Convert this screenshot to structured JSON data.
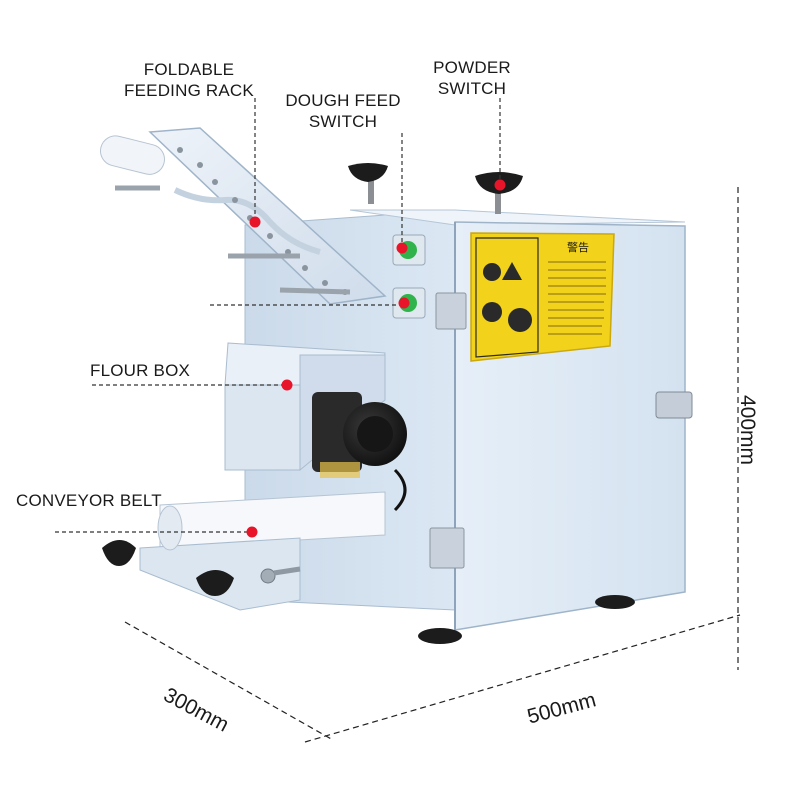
{
  "callouts": {
    "foldable_rack": [
      "FOLDABLE",
      "FEEDING RACK"
    ],
    "dough_feed_switch": [
      "DOUGH FEED",
      "SWITCH"
    ],
    "powder_switch": [
      "POWDER",
      "SWITCH"
    ],
    "flour_box": "FLOUR BOX",
    "conveyor_belt": "CONVEYOR BELT"
  },
  "dimensions": {
    "height": "400mm",
    "depth": "300mm",
    "width": "500mm"
  },
  "warning_label": {
    "title": "警告"
  },
  "colors": {
    "machine_body": "#dde9f5",
    "machine_edge": "#9fb4c9",
    "marker_red": "#e8152a",
    "switch_green": "#2fb34a",
    "warning_yellow": "#f2d21b",
    "knob_black": "#1c1c1c"
  }
}
